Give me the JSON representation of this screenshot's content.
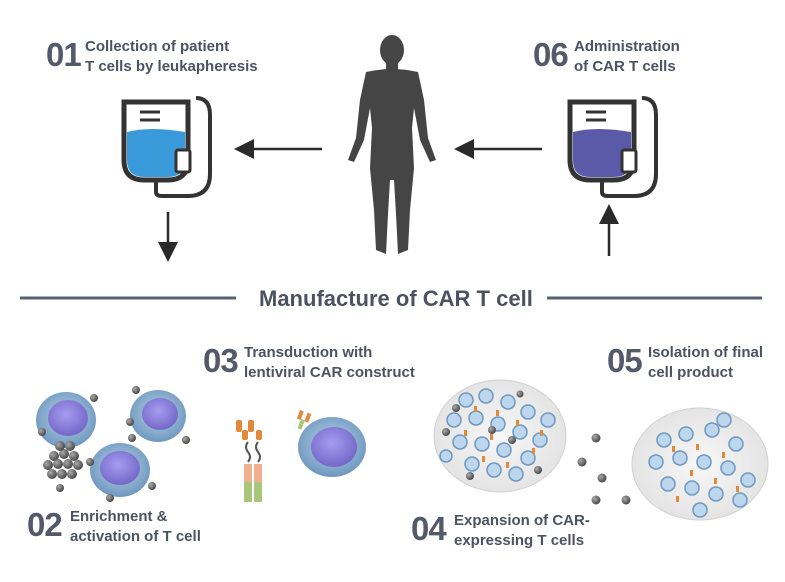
{
  "title": "Manufacture of CAR T cell",
  "steps": [
    {
      "num": "01",
      "line1": "Collection of patient",
      "line2": "T cells by leukapheresis"
    },
    {
      "num": "02",
      "line1": "Enrichment &",
      "line2": "activation of T cell"
    },
    {
      "num": "03",
      "line1": "Transduction with",
      "line2": "lentiviral CAR construct"
    },
    {
      "num": "04",
      "line1": "Expansion of CAR-",
      "line2": "expressing T cells"
    },
    {
      "num": "05",
      "line1": "Isolation of final",
      "line2": "cell product"
    },
    {
      "num": "06",
      "line1": "Administration",
      "line2": "of CAR T cells"
    }
  ],
  "colors": {
    "text": "#4d5262",
    "divider": "#5b6070",
    "body_silhouette": "#454545",
    "collection_bag_fill": "#3a9ad9",
    "administration_bag_fill": "#5a5aa8",
    "cell_outer": "#7ea6c8",
    "cell_nucleus": "#8b82d6",
    "bead": "#6b6b6b",
    "dish": "#eeeeee"
  }
}
